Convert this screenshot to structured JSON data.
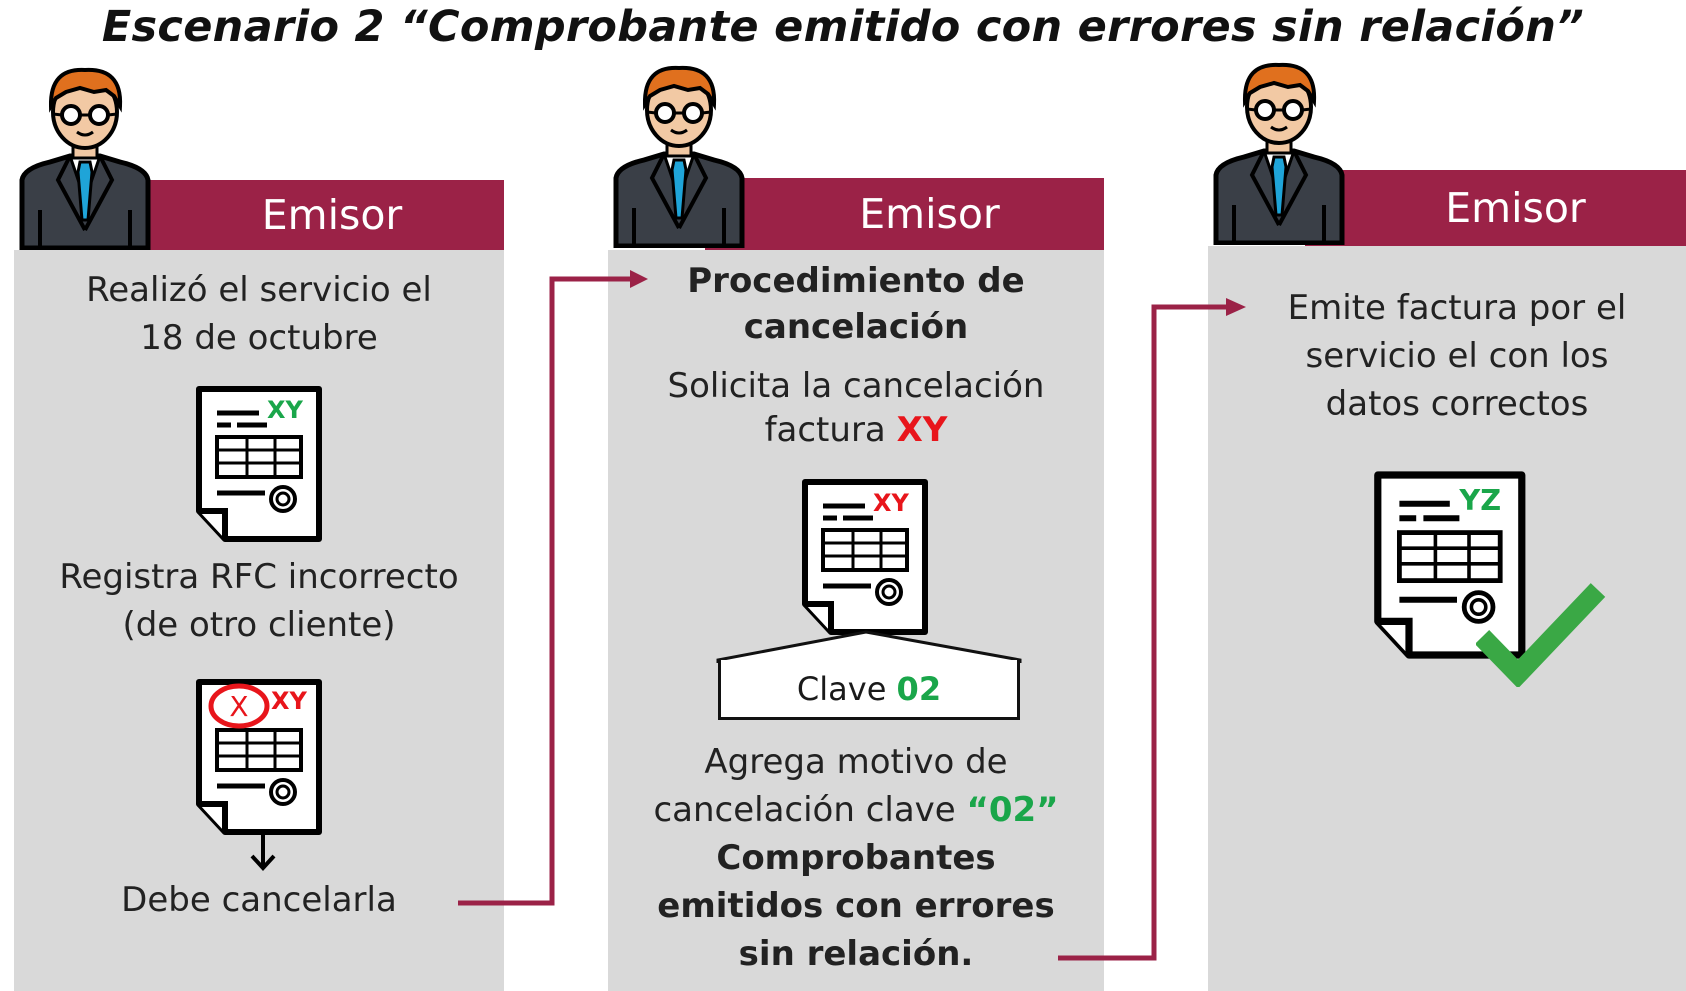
{
  "title": "Escenario 2 “Comprobante emitido con errores sin relación”",
  "colors": {
    "header": "#9b2247",
    "panel": "#d9d9d9",
    "red": "#e8151b",
    "green": "#1aa64a",
    "arrow": "#9b2247"
  },
  "panels": [
    {
      "header": "Emisor",
      "line1": "Realizó el servicio el",
      "line2": "18 de octubre",
      "doc1_code": "XY",
      "middle1": "Registra RFC incorrecto",
      "middle2": "(de otro cliente)",
      "doc2_code": "XY",
      "doc2_mark": "X",
      "footer": "Debe cancelarla"
    },
    {
      "header": "Emisor",
      "proc1": "Procedimiento de",
      "proc2": "cancelación",
      "req1": "Solicita la cancelación",
      "req2_prefix": "factura",
      "req2_code": "XY",
      "doc_code": "XY",
      "clave_label": "Clave",
      "clave_code": "02",
      "reason1": "Agrega motivo de",
      "reason2_prefix": "cancelación clave",
      "reason2_code": "“02”",
      "bold1": "Comprobantes",
      "bold2": "emitidos con errores",
      "bold3": "sin relación."
    },
    {
      "header": "Emisor",
      "line1": "Emite factura por el",
      "line2": "servicio el con los",
      "line3": "datos correctos",
      "doc_code": "YZ",
      "check": "check-icon"
    }
  ]
}
